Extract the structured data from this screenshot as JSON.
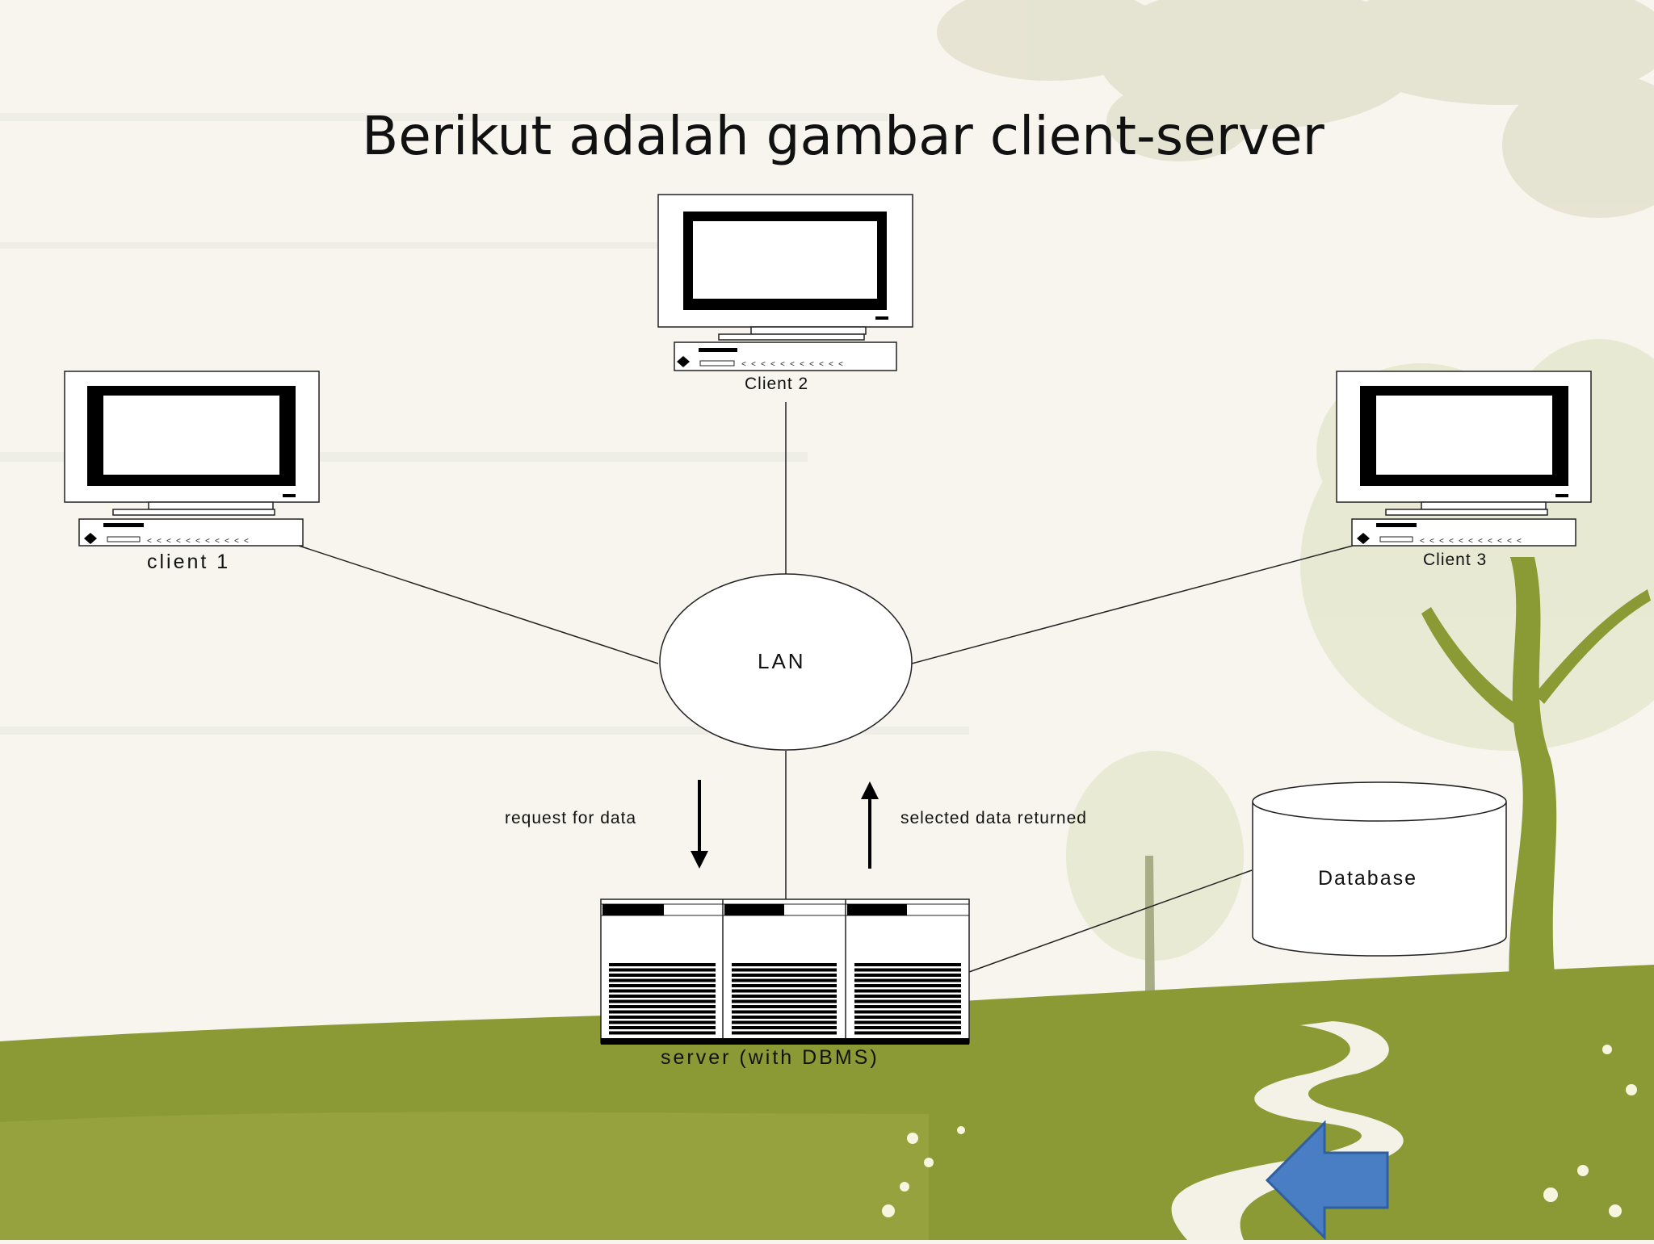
{
  "slide": {
    "title": "Berikut adalah gambar client-server"
  },
  "diagram": {
    "clients": [
      {
        "label": "client 1"
      },
      {
        "label": "Client 2"
      },
      {
        "label": "Client 3"
      }
    ],
    "network": {
      "label": "LAN"
    },
    "server": {
      "label": "server (with DBMS)"
    },
    "database": {
      "label": "Database"
    },
    "flows": {
      "request": "request for data",
      "response": "selected data returned"
    }
  },
  "navigation": {
    "back_icon": "left-arrow-icon",
    "back_color": "#4a7ec4"
  },
  "theme": {
    "grass": "#8c9a36",
    "tree": "#8a9a34",
    "background": "#f7f5ee"
  }
}
